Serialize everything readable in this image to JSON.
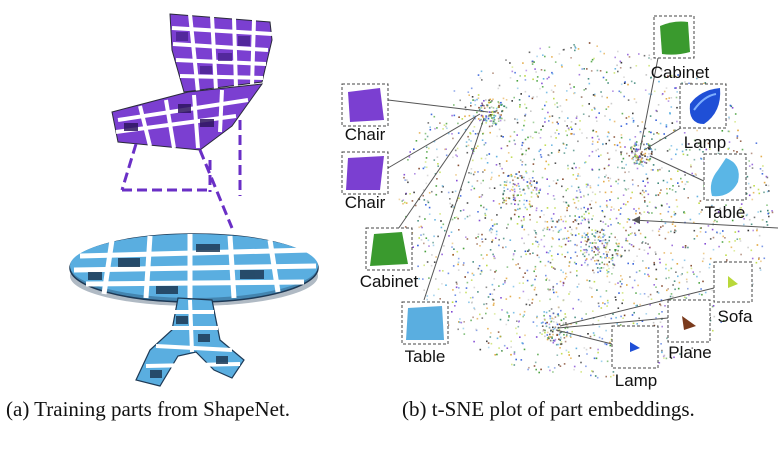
{
  "captions": {
    "a": "(a) Training parts from ShapeNet.",
    "b": "(b) t-SNE plot of part embeddings."
  },
  "tsne_labels": [
    {
      "id": "chair-1",
      "text": "Chair",
      "color": "#7b3fd1"
    },
    {
      "id": "chair-2",
      "text": "Chair",
      "color": "#7b3fd1"
    },
    {
      "id": "cabinet-left",
      "text": "Cabinet",
      "color": "#3a9a2e"
    },
    {
      "id": "table-left",
      "text": "Table",
      "color": "#5aaee0"
    },
    {
      "id": "cabinet-top",
      "text": "Cabinet",
      "color": "#3a9a2e"
    },
    {
      "id": "lamp-top",
      "text": "Lamp",
      "color": "#1f4fd6"
    },
    {
      "id": "table-right",
      "text": "Table",
      "color": "#5ab6e6"
    },
    {
      "id": "sofa",
      "text": "Sofa",
      "color": "#b9d83a"
    },
    {
      "id": "plane",
      "text": "Plane",
      "color": "#7a3a1c"
    },
    {
      "id": "lamp-bottom",
      "text": "Lamp",
      "color": "#1f4fd6"
    }
  ],
  "colors": {
    "chair_part": "#7b3fd1",
    "table_part": "#5aaee0",
    "part_stroke": "#2a2a3a"
  }
}
